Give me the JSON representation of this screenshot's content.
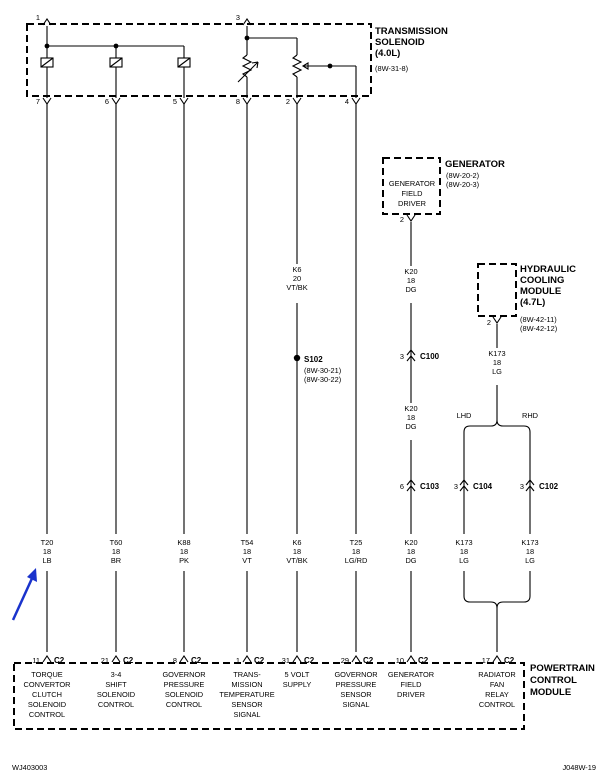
{
  "modules": {
    "solenoid": {
      "name": "TRANSMISSION\nSOLENOID\n(4.0L)",
      "ref": "(8W-31-8)"
    },
    "generator": {
      "name": "GENERATOR",
      "refs": "(8W-20-2)\n(8W-20-3)",
      "inner": "GENERATOR\nFIELD\nDRIVER",
      "pin": "2"
    },
    "hydraulic": {
      "name": "HYDRAULIC\nCOOLING\nMODULE\n(4.7L)",
      "refs": "(8W-42-11)\n(8W-42-12)",
      "pin": "2"
    },
    "pcm": {
      "name": "POWERTRAIN\nCONTROL\nMODULE"
    }
  },
  "solenoid_pins": {
    "top_left": "1",
    "top_right": "3"
  },
  "circuits": [
    {
      "id": "tcc",
      "sol_pin": "7",
      "wire": "T20\n18\nLB",
      "pcm_pin": "11",
      "conn": "C2",
      "label": "TORQUE\nCONVERTOR\nCLUTCH\nSOLENOID\nCONTROL"
    },
    {
      "id": "shift",
      "sol_pin": "6",
      "wire": "T60\n18\nBR",
      "pcm_pin": "21",
      "conn": "C2",
      "label": "3-4\nSHIFT\nSOLENOID\nCONTROL"
    },
    {
      "id": "govsol",
      "sol_pin": "5",
      "wire": "K88\n18\nPK",
      "pcm_pin": "8",
      "conn": "C2",
      "label": "GOVERNOR\nPRESSURE\nSOLENOID\nCONTROL"
    },
    {
      "id": "temp",
      "sol_pin": "8",
      "wire": "T54\n18\nVT",
      "pcm_pin": "1",
      "conn": "C2",
      "label": "TRANS-\nMISSION\nTEMPERATURE\nSENSOR\nSIGNAL"
    },
    {
      "id": "supply",
      "sol_pin": "2",
      "wire_upper": "K6\n20\nVT/BK",
      "wire": "K6\n18\nVT/BK",
      "pcm_pin": "31",
      "conn": "C2",
      "label": "5 VOLT\nSUPPLY"
    },
    {
      "id": "govsig",
      "sol_pin": "4",
      "wire": "T25\n18\nLG/RD",
      "pcm_pin": "29",
      "conn": "C2",
      "label": "GOVERNOR\nPRESSURE\nSENSOR\nSIGNAL"
    },
    {
      "id": "field",
      "wire_upper": "K20\n18\nDG",
      "wire_mid": "K20\n18\nDG",
      "wire": "K20\n18\nDG",
      "pcm_pin": "10",
      "conn": "C2",
      "label": "GENERATOR\nFIELD\nDRIVER"
    },
    {
      "id": "fan",
      "wire_upper": "K173\n18\nLG",
      "pcm_pin": "17",
      "conn": "C2",
      "label": "RADIATOR\nFAN\nRELAY\nCONTROL"
    }
  ],
  "splice": {
    "name": "S102",
    "refs": "(8W-30-21)\n(8W-30-22)"
  },
  "connectors": {
    "c100": {
      "pin": "3",
      "name": "C100"
    },
    "c103": {
      "pin": "6",
      "name": "C103"
    },
    "c104": {
      "pin": "3",
      "name": "C104",
      "wire": "K173\n18\nLG"
    },
    "c102": {
      "pin": "3",
      "name": "C102",
      "wire": "K173\n18\nLG"
    }
  },
  "branches": {
    "lhd": "LHD",
    "rhd": "RHD"
  },
  "footer": {
    "left": "WJ403003",
    "right": "J048W-19"
  },
  "colors": {
    "line": "#000000",
    "arrow": "#1a33cc",
    "background": "#ffffff"
  }
}
